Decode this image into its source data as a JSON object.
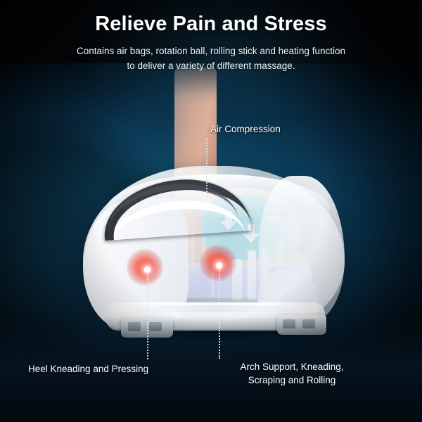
{
  "header": {
    "title": "Relieve Pain and Stress",
    "subtitle_line_1": "Contains air bags, rotation ball, rolling stick and heating function",
    "subtitle_line_2": "to deliver a variety of different massage."
  },
  "callouts": [
    {
      "id": "air-compression",
      "label": "Air Compression"
    },
    {
      "id": "heel-kneading",
      "label": "Heel Kneading and Pressing"
    },
    {
      "id": "arch-support",
      "label_line_1": "Arch Support, Kneading,",
      "label_line_2": "Scraping and Rolling"
    }
  ],
  "colors": {
    "background_dark": "#03070b",
    "background_glow": "#0d4462",
    "title_text": "#ffffff",
    "body_text": "#eef3f6",
    "leader_line": "#dfeaf0",
    "airbag_cyan": "#1fb6cf",
    "roller_periwinkle": "#8f96dc",
    "heat_red": "#f43e2e",
    "shell_white": "#f6f8fa",
    "cuff_charcoal": "#3a3e44",
    "skin_tone": "#d3a995"
  },
  "illustration": {
    "subject": "foot-massager-cutaway",
    "parts": [
      "leg",
      "foot",
      "outer-shell",
      "ankle-cuff",
      "air-bag-left",
      "air-bag-right",
      "rolling-platform",
      "rotation-ball",
      "base-feet",
      "heat-point-left",
      "heat-point-right"
    ]
  }
}
